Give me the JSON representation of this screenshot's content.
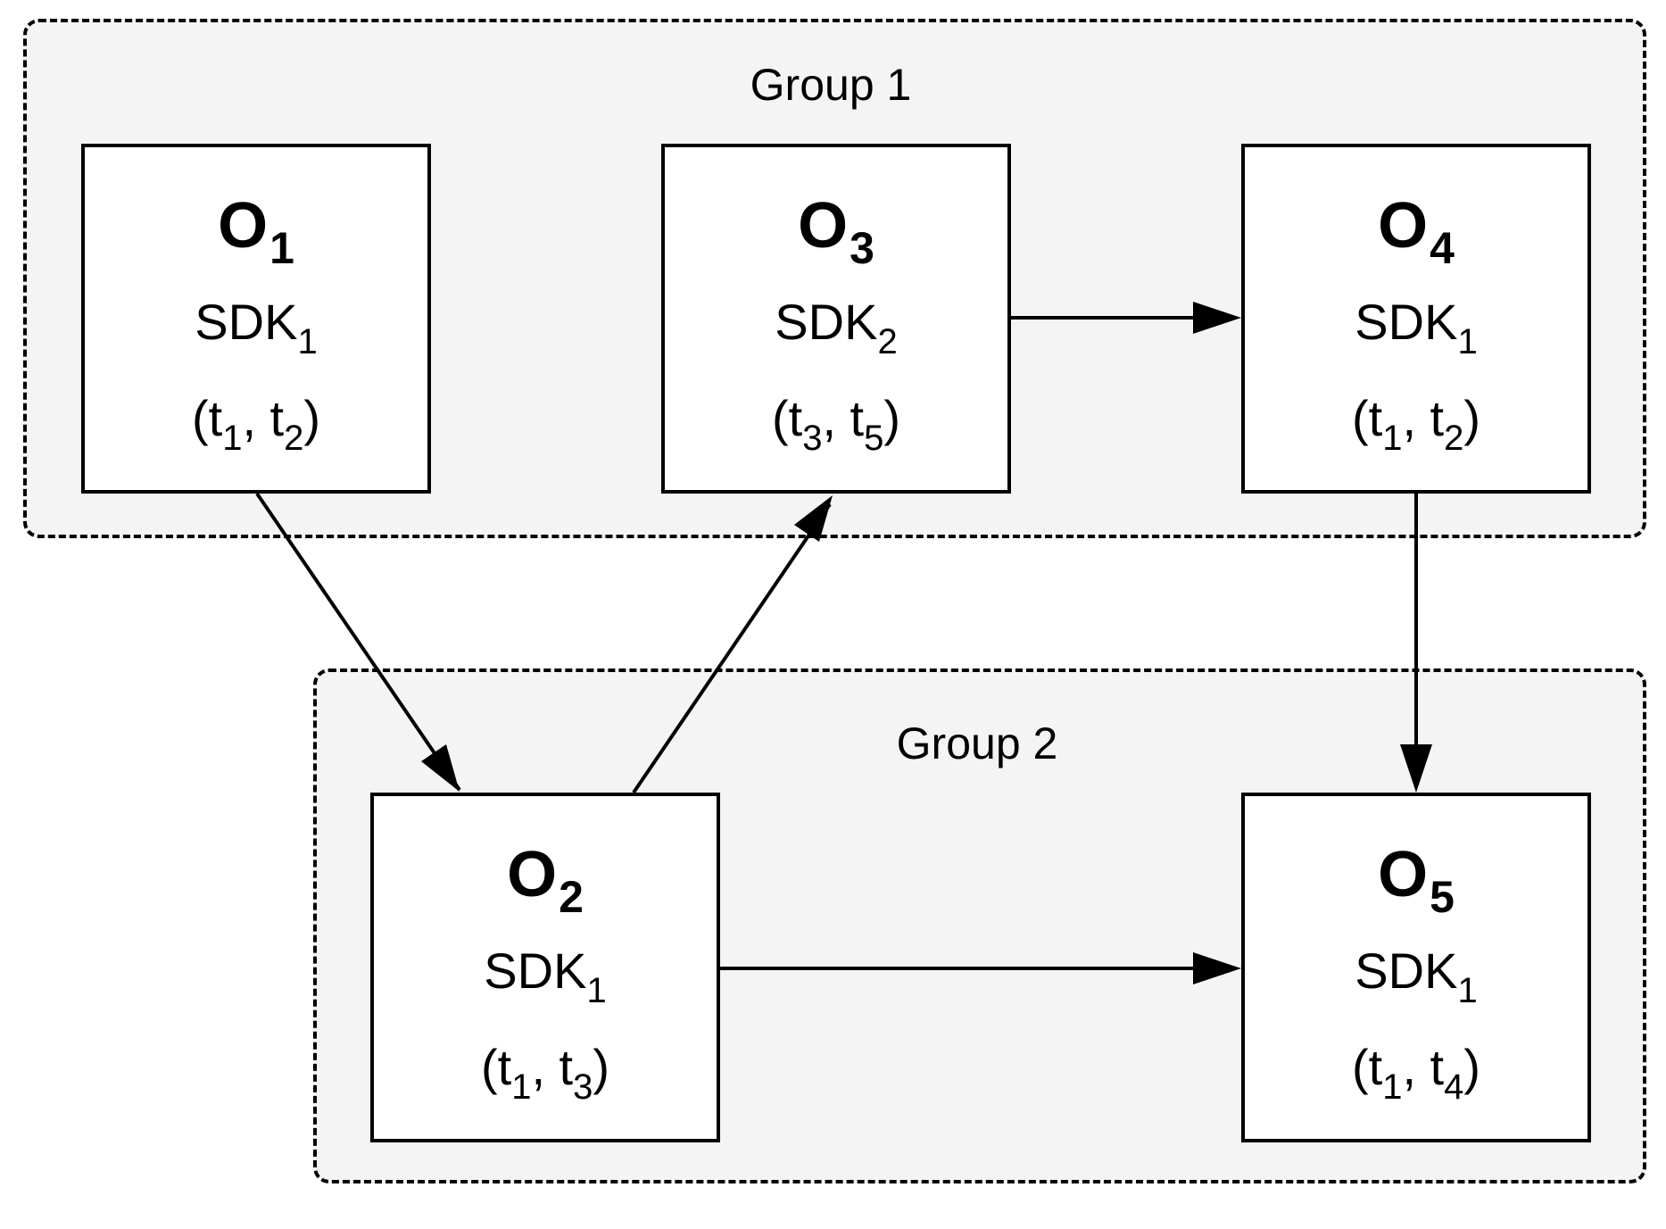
{
  "groups": [
    {
      "label": "Group 1"
    },
    {
      "label": "Group 2"
    }
  ],
  "nodes": {
    "o1": {
      "name": "O",
      "name_sub": "1",
      "sdk": "SDK",
      "sdk_sub": "1",
      "t_open": "(t",
      "t_a_sub": "1",
      "t_mid": ", t",
      "t_b_sub": "2",
      "t_close": ")"
    },
    "o3": {
      "name": "O",
      "name_sub": "3",
      "sdk": "SDK",
      "sdk_sub": "2",
      "t_open": "(t",
      "t_a_sub": "3",
      "t_mid": ", t",
      "t_b_sub": "5",
      "t_close": ")"
    },
    "o4": {
      "name": "O",
      "name_sub": "4",
      "sdk": "SDK",
      "sdk_sub": "1",
      "t_open": "(t",
      "t_a_sub": "1",
      "t_mid": ", t",
      "t_b_sub": "2",
      "t_close": ")"
    },
    "o2": {
      "name": "O",
      "name_sub": "2",
      "sdk": "SDK",
      "sdk_sub": "1",
      "t_open": "(t",
      "t_a_sub": "1",
      "t_mid": ", t",
      "t_b_sub": "3",
      "t_close": ")"
    },
    "o5": {
      "name": "O",
      "name_sub": "5",
      "sdk": "SDK",
      "sdk_sub": "1",
      "t_open": "(t",
      "t_a_sub": "1",
      "t_mid": ", t",
      "t_b_sub": "4",
      "t_close": ")"
    }
  },
  "edges": [
    {
      "from": "o1",
      "to": "o2"
    },
    {
      "from": "o2",
      "to": "o3"
    },
    {
      "from": "o3",
      "to": "o4"
    },
    {
      "from": "o4",
      "to": "o5"
    },
    {
      "from": "o2",
      "to": "o5"
    }
  ]
}
